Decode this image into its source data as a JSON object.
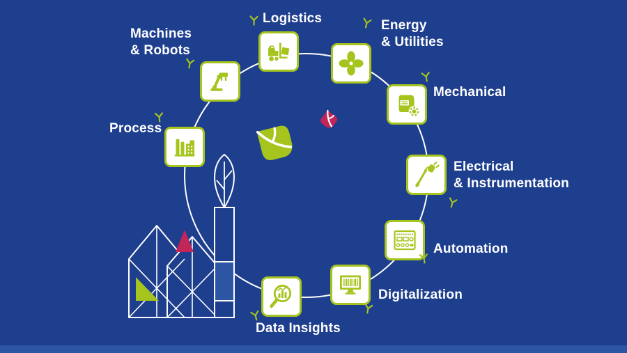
{
  "colors": {
    "background": "#1E3E8E",
    "accent_green": "#A5C41E",
    "accent_magenta": "#C22557",
    "node_background": "#FFFFFF",
    "ring_line": "#FFFFFF",
    "label_text": "#FFFFFF",
    "bottom_bar": "#2C55A4"
  },
  "diagram": {
    "nodes": [
      {
        "id": "logistics",
        "lines": [
          "Logistics"
        ],
        "icon": "forklift-icon"
      },
      {
        "id": "energy-utilities",
        "lines": [
          "Energy",
          "& Utilities"
        ],
        "icon": "fan-icon"
      },
      {
        "id": "mechanical",
        "lines": [
          "Mechanical"
        ],
        "icon": "welding-helmet-gear-icon"
      },
      {
        "id": "electrical-instrumentation",
        "lines": [
          "Electrical",
          "& Instrumentation"
        ],
        "icon": "plug-probe-icon"
      },
      {
        "id": "automation",
        "lines": [
          "Automation"
        ],
        "icon": "control-panel-icon"
      },
      {
        "id": "digitalization",
        "lines": [
          "Digitalization"
        ],
        "icon": "barcode-monitor-icon"
      },
      {
        "id": "data-insights",
        "lines": [
          "Data Insights"
        ],
        "icon": "magnifier-chart-icon"
      },
      {
        "id": "process",
        "lines": [
          "Process"
        ],
        "icon": "process-plant-icon"
      },
      {
        "id": "machines-robots",
        "lines": [
          "Machines",
          "& Robots"
        ],
        "icon": "robot-arm-icon"
      }
    ],
    "center": {
      "logo_icon": "leaf-logo-icon",
      "badge_icon": "leaf-diamond-badge-icon"
    },
    "illustration": "factory-plant-line-art",
    "decoration_icon": "sprout-icon",
    "decoration_count": 9
  }
}
